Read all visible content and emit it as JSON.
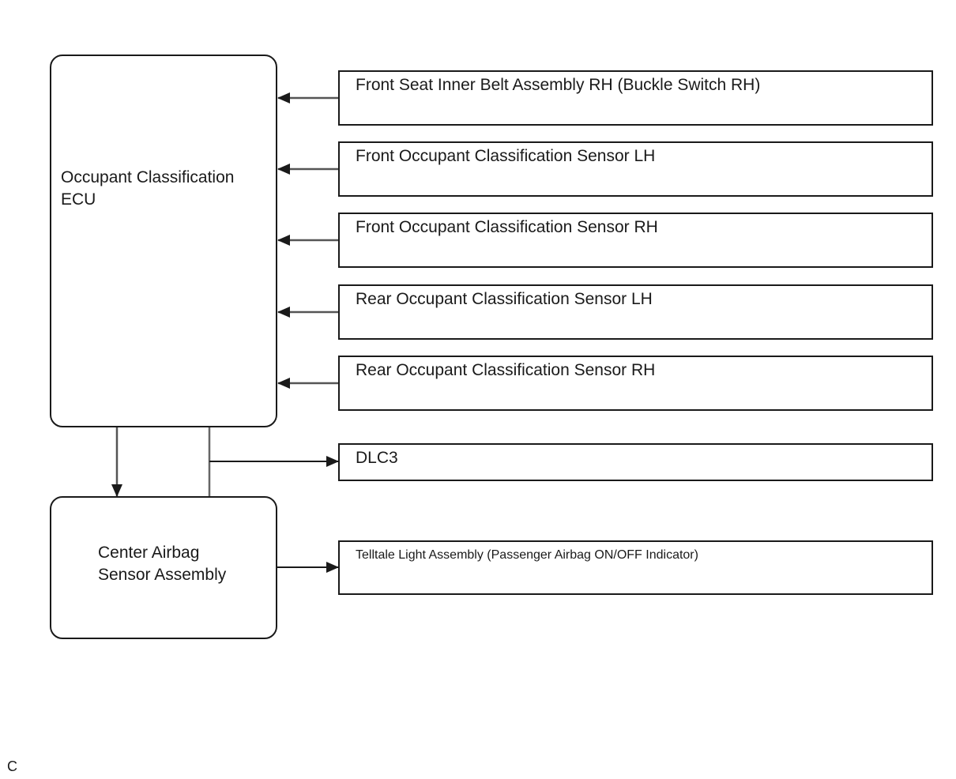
{
  "ecu": {
    "label": "Occupant Classification\nECU"
  },
  "airbag": {
    "label": "Center Airbag\nSensor Assembly"
  },
  "components": [
    {
      "label": "Front Seat Inner Belt Assembly RH (Buckle Switch RH)"
    },
    {
      "label": "Front Occupant Classification Sensor LH"
    },
    {
      "label": "Front Occupant Classification Sensor RH"
    },
    {
      "label": "Rear Occupant Classification Sensor LH"
    },
    {
      "label": "Rear Occupant Classification Sensor RH"
    },
    {
      "label": "DLC3"
    },
    {
      "label": "Telltale Light Assembly (Passenger Airbag ON/OFF Indicator)"
    }
  ],
  "footer": {
    "code": "C"
  }
}
